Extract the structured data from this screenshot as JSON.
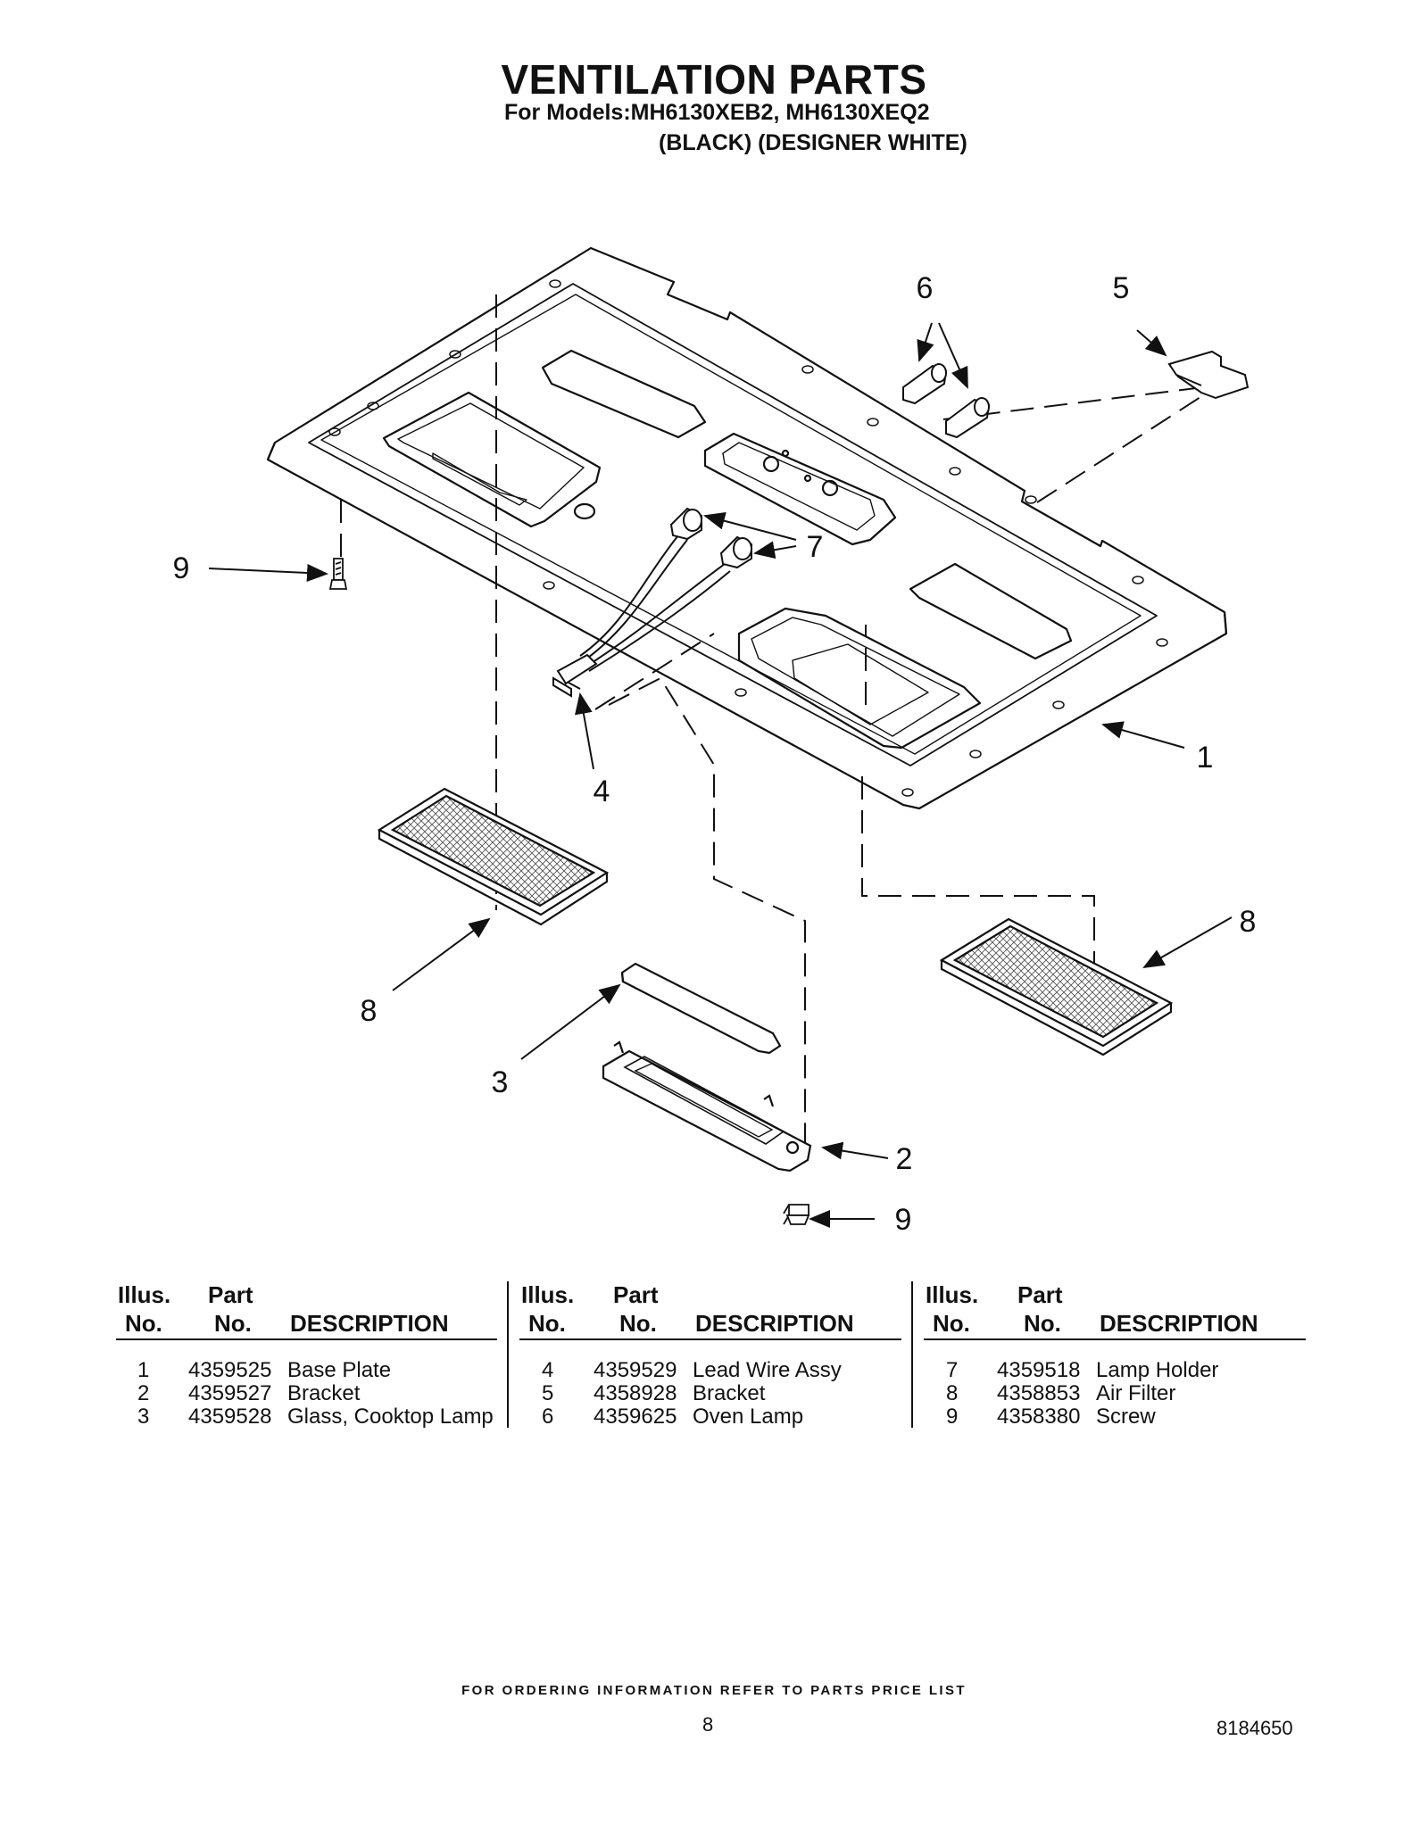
{
  "title": "VENTILATION PARTS",
  "models_line": "For Models:MH6130XEB2, MH6130XEQ2",
  "colors_line": "(BLACK) (DESIGNER WHITE)",
  "callouts": [
    "1",
    "2",
    "3",
    "4",
    "5",
    "6",
    "7",
    "8",
    "8",
    "9",
    "9"
  ],
  "table_headers": {
    "illus_1": "Illus.",
    "illus_2": "No.",
    "part_1": "Part",
    "part_2": "No.",
    "description": "DESCRIPTION"
  },
  "parts": [
    {
      "illus": "1",
      "part": "4359525",
      "description": "Base Plate"
    },
    {
      "illus": "2",
      "part": "4359527",
      "description": "Bracket"
    },
    {
      "illus": "3",
      "part": "4359528",
      "description": "Glass, Cooktop Lamp"
    },
    {
      "illus": "4",
      "part": "4359529",
      "description": "Lead Wire Assy"
    },
    {
      "illus": "5",
      "part": "4358928",
      "description": "Bracket"
    },
    {
      "illus": "6",
      "part": "4359625",
      "description": "Oven Lamp"
    },
    {
      "illus": "7",
      "part": "4359518",
      "description": "Lamp Holder"
    },
    {
      "illus": "8",
      "part": "4358853",
      "description": "Air Filter"
    },
    {
      "illus": "9",
      "part": "4358380",
      "description": "Screw"
    }
  ],
  "footer_note": "FOR ORDERING INFORMATION REFER TO PARTS PRICE LIST",
  "page_number": "8",
  "document_number": "8184650"
}
